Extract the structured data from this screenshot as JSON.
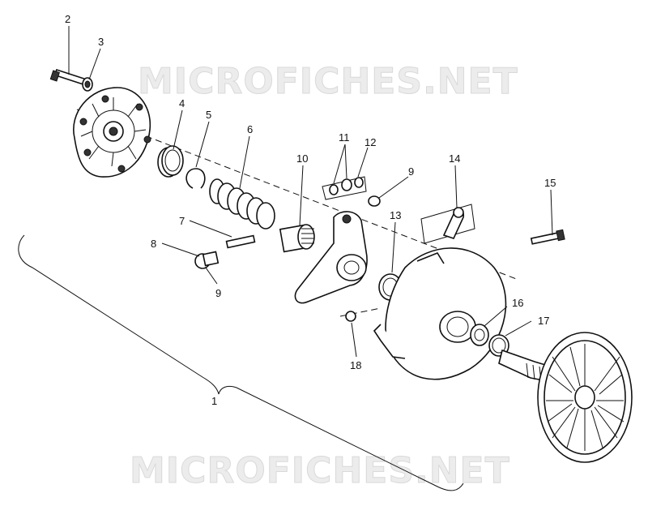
{
  "watermark": {
    "top": "MICROFICHES.NET",
    "bottom": "MICROFICHES.NET"
  },
  "callouts": {
    "c1": "1",
    "c2": "2",
    "c3": "3",
    "c4": "4",
    "c5": "5",
    "c6": "6",
    "c7": "7",
    "c8": "8",
    "c9a": "9",
    "c9b": "9",
    "c10": "10",
    "c11": "11",
    "c12": "12",
    "c13": "13",
    "c14": "14",
    "c15": "15",
    "c16": "16",
    "c17": "17",
    "c18": "18"
  }
}
